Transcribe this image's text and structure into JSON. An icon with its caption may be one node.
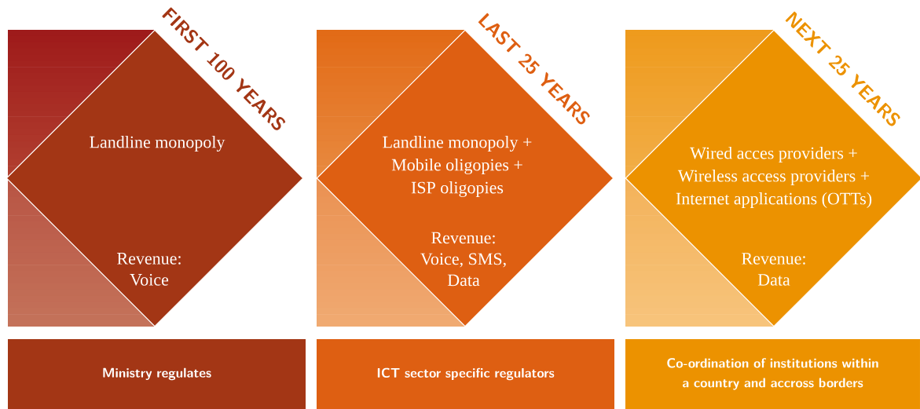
{
  "diagram": {
    "nodes": [
      {
        "text": [
          "FIRST 100 YEARS",
          "Landline monopoly",
          "Revenue: Voice"
        ]
      },
      {
        "text": [
          "Ministry regulates"
        ]
      },
      {
        "text": [
          "LAST 25 YEARS",
          "Landline monopoly + Mobile oligopies + ISP oligopies",
          "Revenue: Voice, SMS, Data"
        ]
      },
      {
        "text": [
          "ICT sector specific regulators"
        ]
      },
      {
        "text": [
          "NEXT 25 YEARS",
          "Wired acces providers + Wireless access providers + Internet applications (OTTs)",
          "Revenue: Data"
        ]
      },
      {
        "text": [
          "Co-ordination of institutions within a country and accross borders"
        ]
      }
    ]
  }
}
